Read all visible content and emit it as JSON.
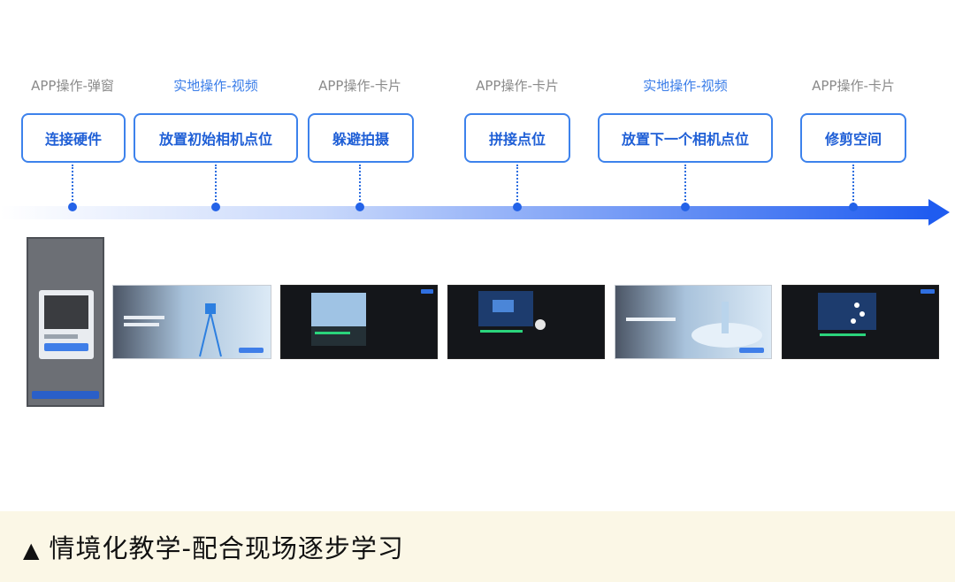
{
  "steps": [
    {
      "stage": "APP操作-弹窗",
      "stage_kind": "app",
      "label": "连接硬件"
    },
    {
      "stage": "实地操作-视频",
      "stage_kind": "field",
      "label": "放置初始相机点位"
    },
    {
      "stage": "APP操作-卡片",
      "stage_kind": "app",
      "label": "躲避拍摄"
    },
    {
      "stage": "APP操作-卡片",
      "stage_kind": "app",
      "label": "拼接点位"
    },
    {
      "stage": "实地操作-视频",
      "stage_kind": "field",
      "label": "放置下一个相机点位"
    },
    {
      "stage": "APP操作-卡片",
      "stage_kind": "app",
      "label": "修剪空间"
    }
  ],
  "colors": {
    "app_stage": "#8a8a8a",
    "field_stage": "#3a7de8",
    "box_border": "#3d82ec",
    "box_text": "#1f5fd6",
    "timeline": "#1f5cf0",
    "caption_bg": "#fbf7e6"
  },
  "thumbnails": [
    "phone-popup",
    "video-light",
    "app-dark",
    "app-dark",
    "video-light",
    "app-dark"
  ],
  "caption": {
    "marker": "▲",
    "text": "情境化教学-配合现场逐步学习"
  }
}
